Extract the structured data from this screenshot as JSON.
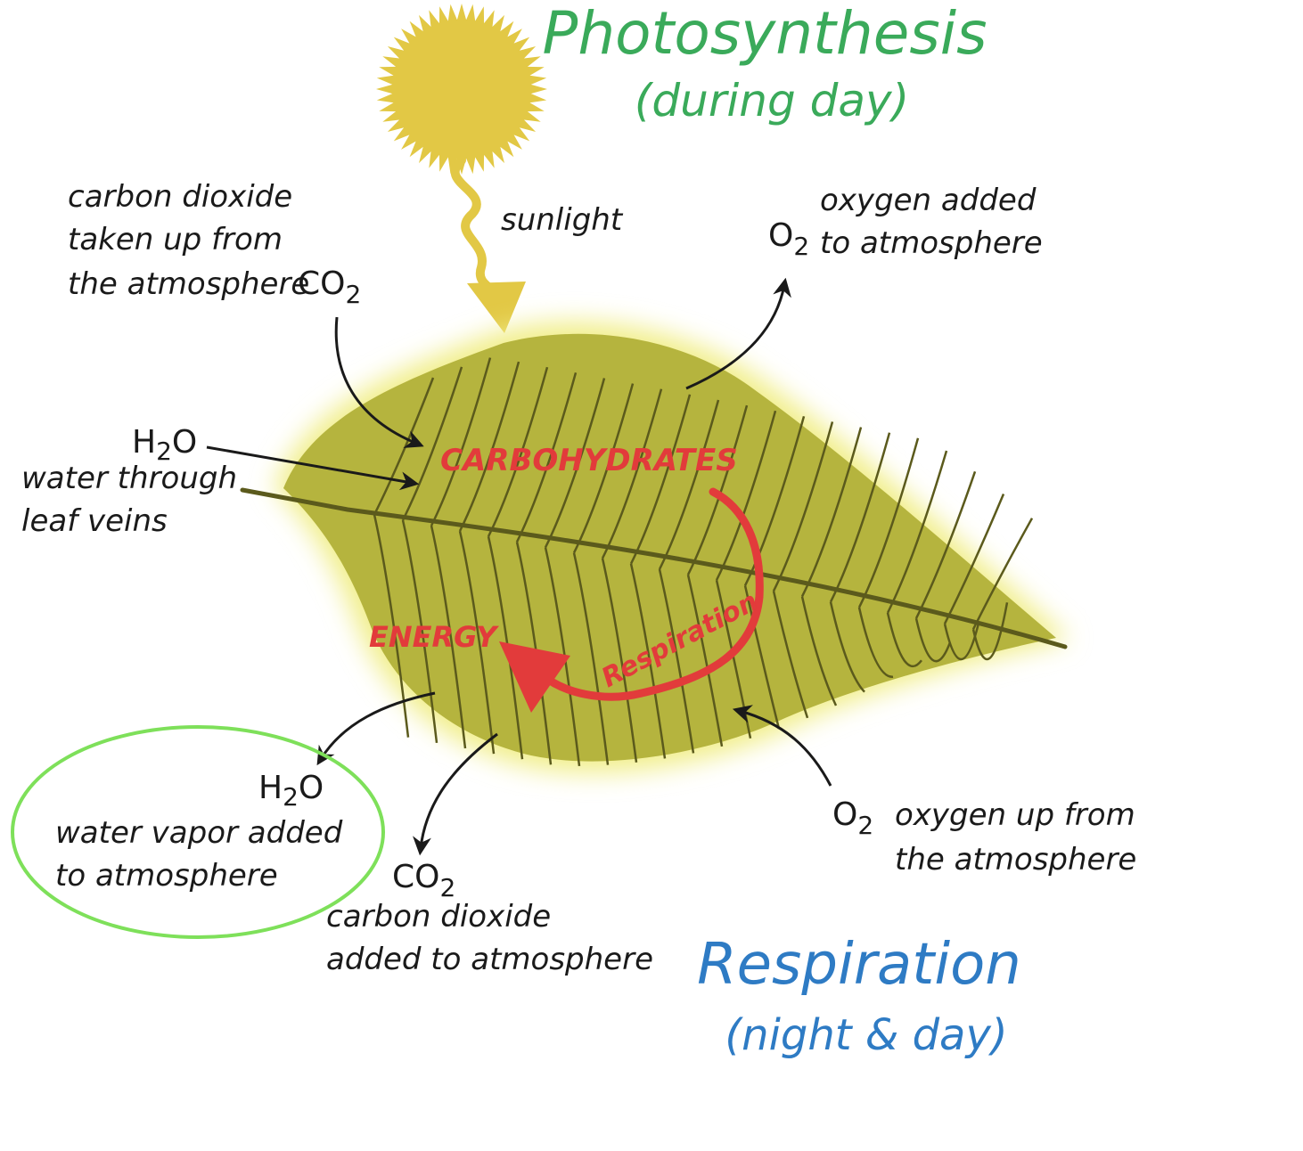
{
  "colors": {
    "photosynthesis_title": "#3aaa5a",
    "respiration_title": "#2e7bc4",
    "respiration_arrow": "#e23b3b",
    "sun": "#e2c845",
    "leaf_fill": "#b5b43e",
    "leaf_glow": "#f1ee8a",
    "highlight_ellipse": "#7ee05a"
  },
  "titles": {
    "photosynthesis": "Photosynthesis",
    "photosynthesis_sub": "(during day)",
    "respiration": "Respiration",
    "respiration_sub": "(night & day)"
  },
  "labels": {
    "sunlight": "sunlight",
    "co2_in_line1": "carbon dioxide",
    "co2_in_line2": "taken up from",
    "co2_in_line3": "the atmosphere",
    "co2_in_formula": "CO",
    "o2_out_line1": "oxygen added",
    "o2_out_line2": "to atmosphere",
    "o2_out_formula": "O",
    "h2o_in_formula_h": "H",
    "h2o_in_formula_o": "O",
    "h2o_in_line1": "water through",
    "h2o_in_line2": "leaf veins",
    "carbohydrates": "CARBOHYDRATES",
    "energy": "ENERGY",
    "respiration_arrow": "Respiration",
    "h2o_out_formula_h": "H",
    "h2o_out_formula_o": "O",
    "h2o_out_line1": "water vapor added",
    "h2o_out_line2": "to atmosphere",
    "co2_out_formula": "CO",
    "co2_out_line1": "carbon dioxide",
    "co2_out_line2": "added to atmosphere",
    "o2_in_formula": "O",
    "o2_in_line1": "oxygen up from",
    "o2_in_line2": "the atmosphere",
    "subscript_2": "2"
  },
  "icons": {
    "sun": "sun-icon",
    "leaf": "leaf-icon"
  }
}
